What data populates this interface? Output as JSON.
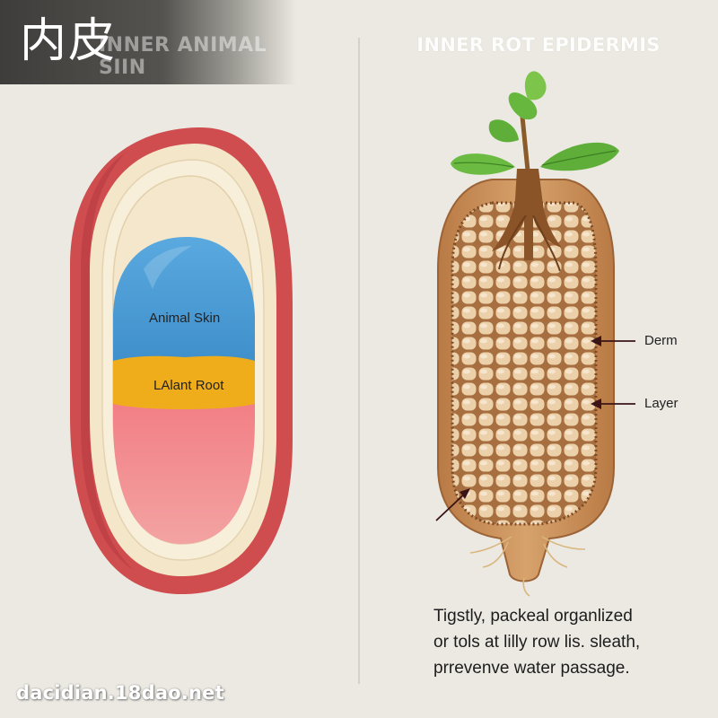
{
  "header": {
    "left_title_hanzi": "内皮",
    "left_title_en": "INNER ANIMAL SIIN",
    "right_title": "INNER ROT EPIDERMIS"
  },
  "left_diagram": {
    "labels": {
      "skin": "Animal Skin",
      "root": "LAlant Root"
    },
    "colors": {
      "outer_layer": "#cf4d4f",
      "cream_layer": "#f4ead3",
      "skin_region": "#4c9dd6",
      "root_band": "#f0ad1b",
      "lower_region": "#f0848a"
    }
  },
  "right_diagram": {
    "callouts": {
      "derm": "Derm",
      "layer": "Layer"
    },
    "description_lines": [
      "Tigstly, packeal organlized",
      "or tols at lilly row lis. sleath,",
      "prrevenve water passage."
    ],
    "colors": {
      "leaf": "#5fae3a",
      "root_body": "#c98a52",
      "cell": "#e9c9a0"
    }
  },
  "footer": {
    "watermark": "dacidian.18dao.net"
  }
}
